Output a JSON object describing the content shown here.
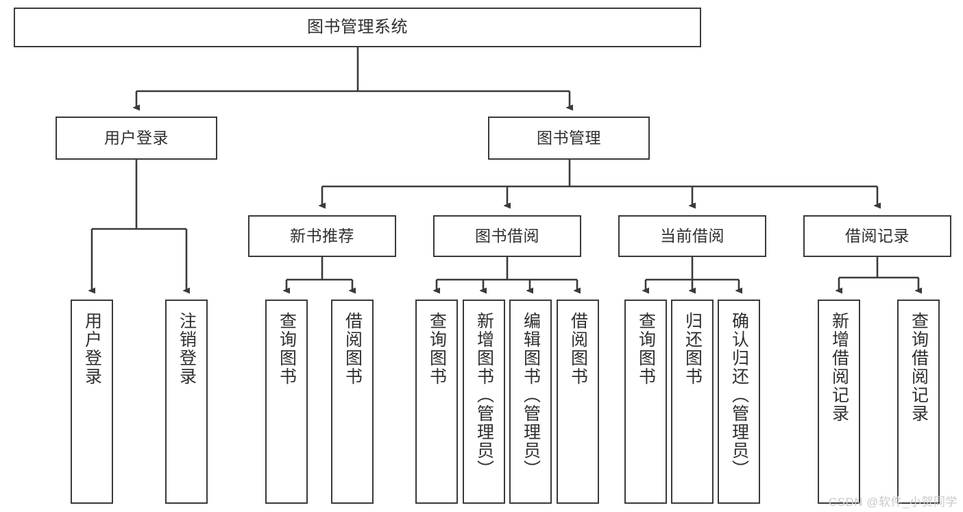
{
  "diagram": {
    "type": "tree-hierarchy",
    "title": "图书管理系统",
    "orientation": "top-down",
    "colors": {
      "box_border": "#3a3a3a",
      "box_fill": "#ffffff",
      "text": "#2f2f2f",
      "connector": "#3a3a3a",
      "watermark": "#c9c9c9",
      "background": "#ffffff"
    },
    "root": {
      "label": "图书管理系统"
    },
    "level2": [
      {
        "label": "用户登录"
      },
      {
        "label": "图书管理"
      }
    ],
    "level3": [
      {
        "label": "新书推荐"
      },
      {
        "label": "图书借阅"
      },
      {
        "label": "当前借阅"
      },
      {
        "label": "借阅记录"
      }
    ],
    "leaves": {
      "user_login": [
        {
          "label": "用户登录"
        },
        {
          "label": "注销登录"
        }
      ],
      "new_book_recommend": [
        {
          "label": "查询图书"
        },
        {
          "label": "借阅图书"
        }
      ],
      "book_borrow": [
        {
          "label": "查询图书"
        },
        {
          "label": "新增图书（管理员）"
        },
        {
          "label": "编辑图书（管理员）"
        },
        {
          "label": "借阅图书"
        }
      ],
      "current_borrow": [
        {
          "label": "查询图书"
        },
        {
          "label": "归还图书"
        },
        {
          "label": "确认归还（管理员）"
        }
      ],
      "borrow_record": [
        {
          "label": "新增借阅记录"
        },
        {
          "label": "查询借阅记录"
        }
      ]
    }
  },
  "watermark": {
    "text": "CSDN @软件_小贺同学"
  }
}
